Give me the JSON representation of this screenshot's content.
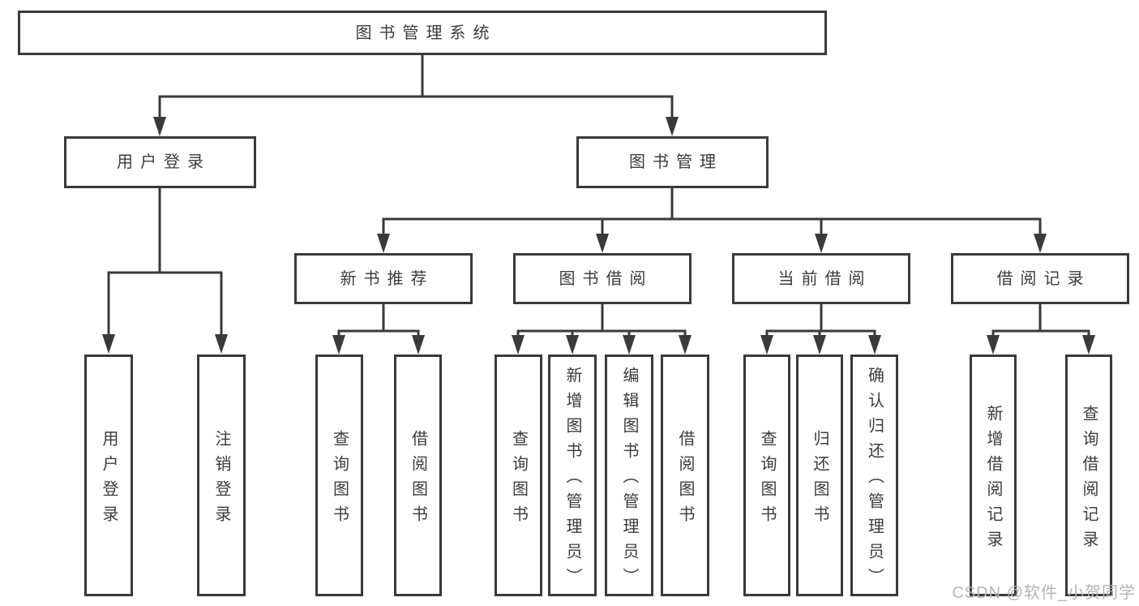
{
  "colors": {
    "line": "#3a3a3a",
    "text": "#3c3c3c",
    "watermark": "#b5b5b5",
    "background": "#ffffff"
  },
  "diagram": {
    "root": "图书管理系统",
    "level2": {
      "user_login": "用户登录",
      "book_management": "图书管理"
    },
    "level3": {
      "new_book_recommend": "新书推荐",
      "book_borrow": "图书借阅",
      "current_borrow": "当前借阅",
      "borrow_record": "借阅记录"
    },
    "groups": {
      "user_login": [
        "用户登录",
        "注销登录"
      ],
      "new_book_recommend": [
        "查询图书",
        "借阅图书"
      ],
      "book_borrow": [
        "查询图书",
        "新增图书（管理员）",
        "编辑图书（管理员）",
        "借阅图书"
      ],
      "current_borrow": [
        "查询图书",
        "归还图书",
        "确认归还（管理员）"
      ],
      "borrow_record": [
        "新增借阅记录",
        "查询借阅记录"
      ]
    }
  },
  "watermark": "CSDN @软件_小贺同学"
}
